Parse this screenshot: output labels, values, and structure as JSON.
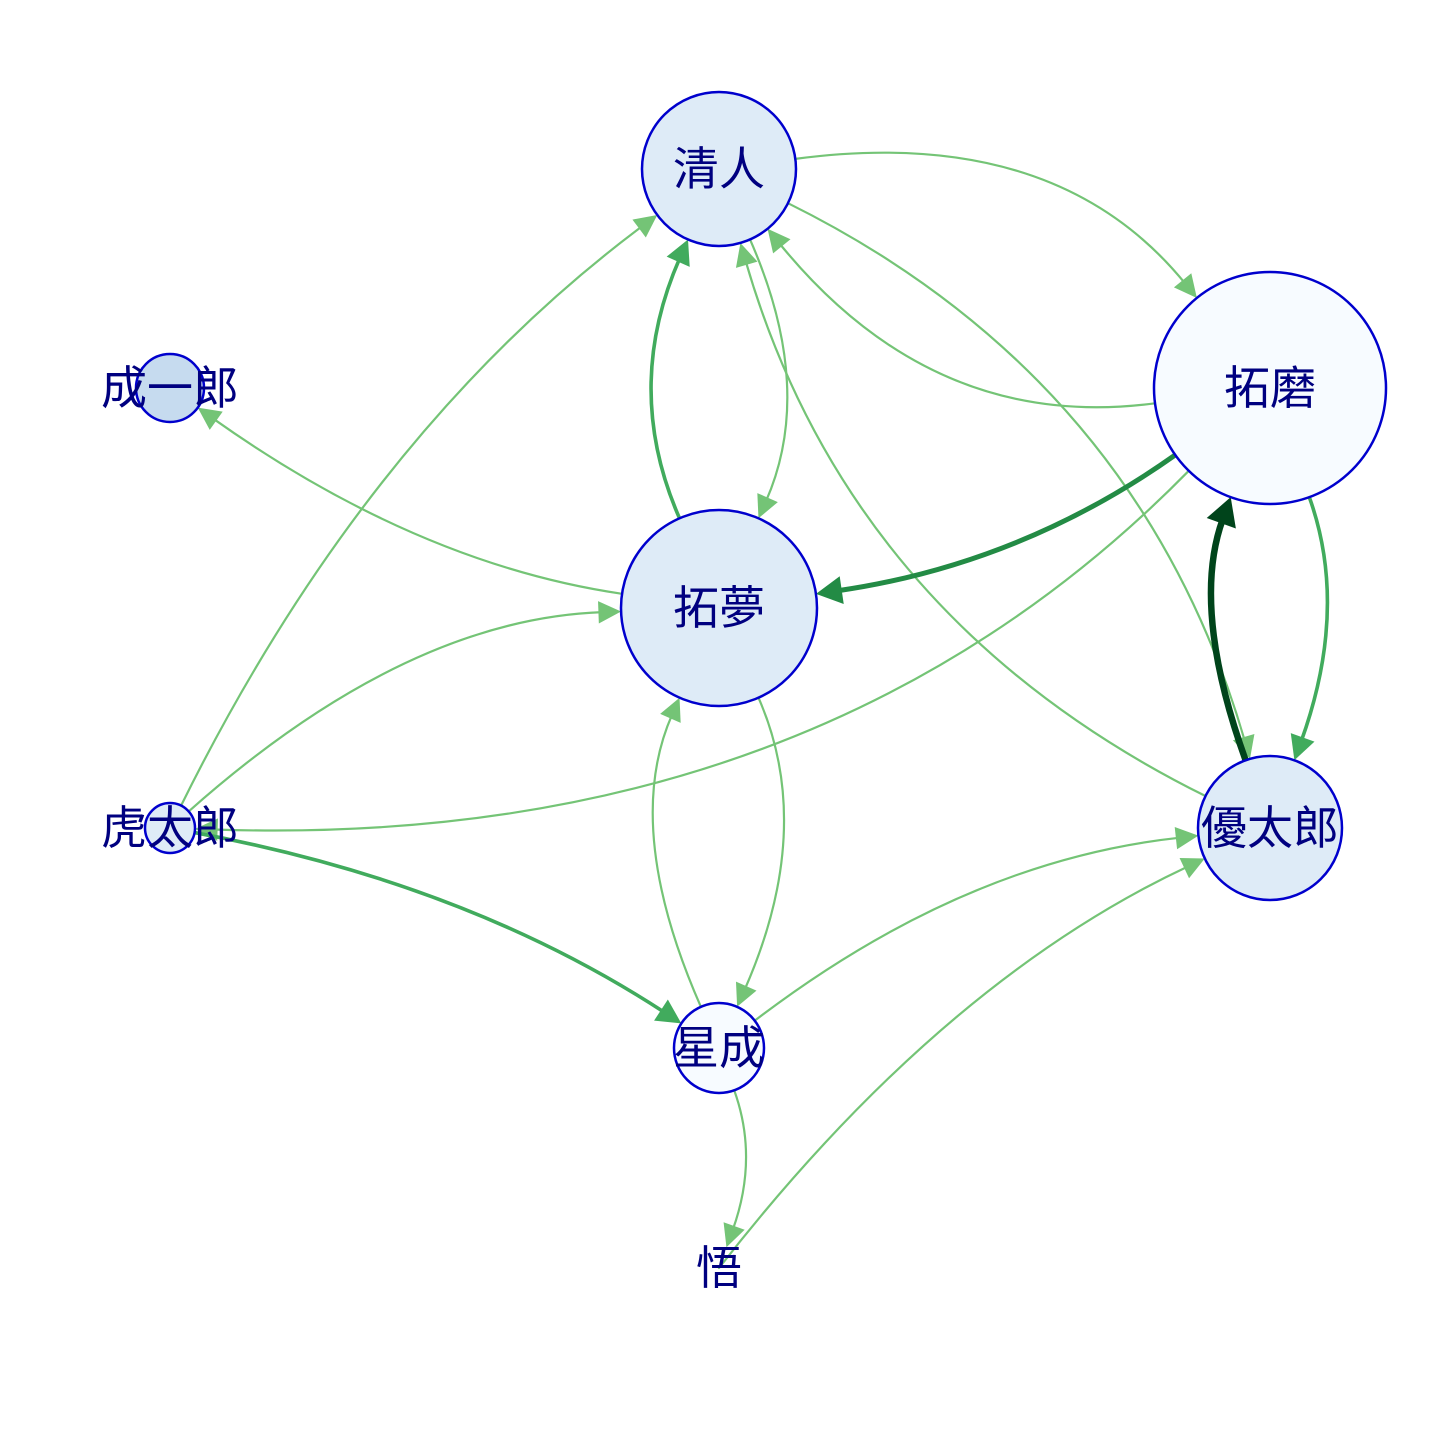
{
  "graph": {
    "nodes": [
      {
        "id": "kiyoto",
        "label": "清人",
        "fill": "#deebf7"
      },
      {
        "id": "takuma",
        "label": "拓磨",
        "fill": "#f7fbff"
      },
      {
        "id": "seiichiro",
        "label": "成一郎",
        "fill": "#c6dbef"
      },
      {
        "id": "takumu",
        "label": "拓夢",
        "fill": "#deebf7"
      },
      {
        "id": "kotaro",
        "label": "虎太郎",
        "fill": "#deebf7"
      },
      {
        "id": "yutaro",
        "label": "優太郎",
        "fill": "#deebf7"
      },
      {
        "id": "hoshinari",
        "label": "星成",
        "fill": "#f7fbff"
      },
      {
        "id": "satoru",
        "label": "悟",
        "fill": "#ffffff"
      }
    ],
    "edges": [
      {
        "from": "kiyoto",
        "to": "takuma",
        "strength": 1
      },
      {
        "from": "takuma",
        "to": "kiyoto",
        "strength": 1
      },
      {
        "from": "kiyoto",
        "to": "takumu",
        "strength": 1
      },
      {
        "from": "takumu",
        "to": "kiyoto",
        "strength": 3
      },
      {
        "from": "kiyoto",
        "to": "yutaro",
        "strength": 1
      },
      {
        "from": "yutaro",
        "to": "kiyoto",
        "strength": 1
      },
      {
        "from": "kotaro",
        "to": "kiyoto",
        "strength": 1
      },
      {
        "from": "takumu",
        "to": "seiichiro",
        "strength": 1
      },
      {
        "from": "kotaro",
        "to": "takumu",
        "strength": 1
      },
      {
        "from": "takuma",
        "to": "takumu",
        "strength": 4
      },
      {
        "from": "takuma",
        "to": "kotaro",
        "strength": 1
      },
      {
        "from": "takuma",
        "to": "yutaro",
        "strength": 3
      },
      {
        "from": "yutaro",
        "to": "takuma",
        "strength": 5
      },
      {
        "from": "kotaro",
        "to": "hoshinari",
        "strength": 3
      },
      {
        "from": "takumu",
        "to": "hoshinari",
        "strength": 1
      },
      {
        "from": "hoshinari",
        "to": "takumu",
        "strength": 1
      },
      {
        "from": "hoshinari",
        "to": "yutaro",
        "strength": 1
      },
      {
        "from": "satoru",
        "to": "yutaro",
        "strength": 1
      },
      {
        "from": "hoshinari",
        "to": "satoru",
        "strength": 1
      }
    ],
    "colors": {
      "edge_strength_1": "#74c476",
      "edge_strength_3": "#41ab5d",
      "edge_strength_4": "#238b45",
      "edge_strength_5": "#00441b",
      "node_border": "#0000cd",
      "label": "#000080"
    }
  }
}
